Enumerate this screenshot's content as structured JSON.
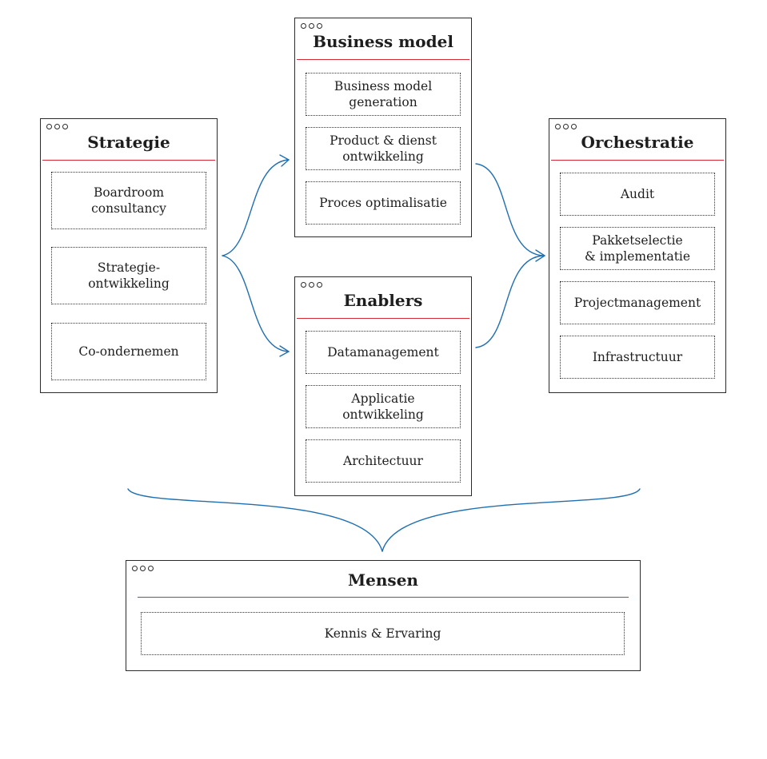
{
  "strategie": {
    "title": "Strategie",
    "items": [
      "Boardroom\nconsultancy",
      "Strategie-\nontwikkeling",
      "Co-ondernemen"
    ]
  },
  "business_model": {
    "title": "Business model",
    "items": [
      "Business model\ngeneration",
      "Product & dienst\nontwikkeling",
      "Proces optimalisatie"
    ]
  },
  "enablers": {
    "title": "Enablers",
    "items": [
      "Datamanagement",
      "Applicatie\nontwikkeling",
      "Architectuur"
    ]
  },
  "orchestratie": {
    "title": "Orchestratie",
    "items": [
      "Audit",
      "Pakketselectie\n& implementatie",
      "Projectmanagement",
      "Infrastructuur"
    ]
  },
  "mensen": {
    "title": "Mensen",
    "items": [
      "Kennis & Ervaring"
    ]
  },
  "colors": {
    "accent_line": "#d42a36",
    "connector": "#1f6fb0",
    "border": "#2b2b2b"
  }
}
